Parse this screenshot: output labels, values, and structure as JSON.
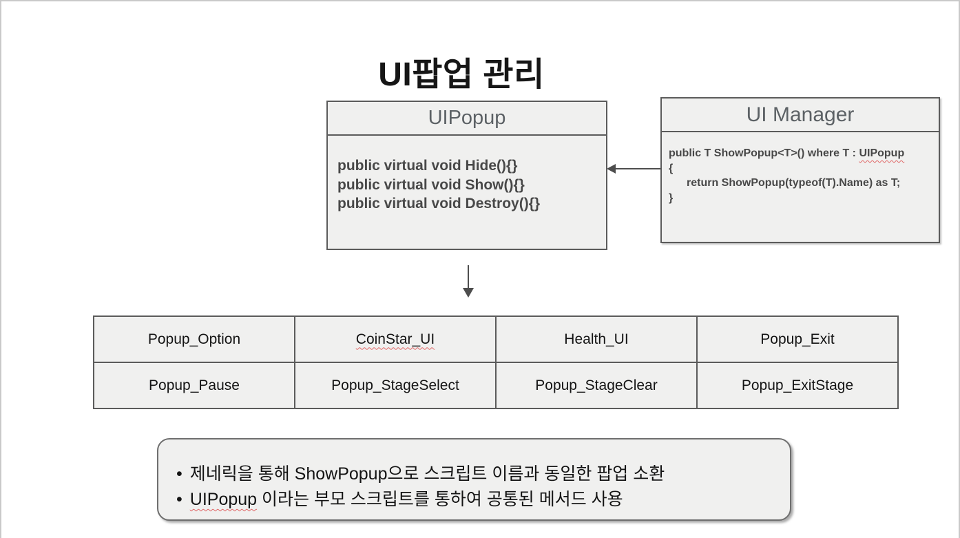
{
  "slide": {
    "title": "UI팝업 관리"
  },
  "uipopup_box": {
    "title": "UIPopup",
    "methods": [
      "public virtual void Hide(){}",
      "public virtual void Show(){}",
      "public virtual void Destroy(){}"
    ]
  },
  "uimanager_box": {
    "title": "UI Manager",
    "code": {
      "line1_prefix": "public T ShowPopup<T>() where T : ",
      "line1_word": "UIPopup",
      "line2": "{",
      "line3": "return ShowPopup(typeof(T).Name) as T;",
      "line4": "}"
    }
  },
  "popup_table": {
    "rows": [
      [
        "Popup_Option",
        "CoinStar_UI",
        "Health_UI",
        "Popup_Exit"
      ],
      [
        "Popup_Pause",
        "Popup_StageSelect",
        "Popup_StageClear",
        "Popup_ExitStage"
      ]
    ]
  },
  "notes_box": {
    "bullet_char": "•",
    "note1": "제네릭을 통해 ShowPopup으로 스크립트 이름과 동일한 팝업 소환",
    "note2_word": "UIPopup",
    "note2_rest": " 이라는 부모 스크립트를 통하여 공통된 메서드 사용"
  },
  "colors": {
    "box_fill": "#f0f0ef",
    "box_border": "#5b5b5b",
    "header_text": "#5c6165",
    "code_text": "#484848",
    "body_text": "#141414",
    "arrow": "#4d4d4d",
    "spellcheck_squiggle": "#e06666"
  }
}
